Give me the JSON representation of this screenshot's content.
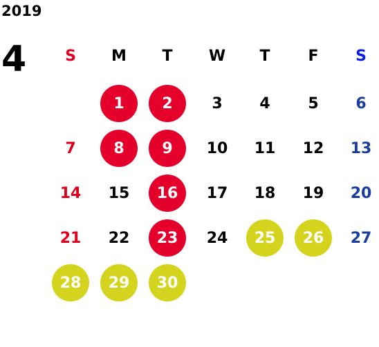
{
  "year": "2019",
  "month": "4",
  "weekdays": [
    "S",
    "M",
    "T",
    "W",
    "T",
    "F",
    "S"
  ],
  "colors": {
    "sunday": "#e0001e",
    "saturday": "#1a3ea0",
    "weekday": "#000000",
    "red_circle": "#e4002b",
    "yellow_circle": "#d4d41e",
    "circle_text": "#ffffff",
    "sat_header": "#0a1ee0"
  },
  "weeks": [
    [
      null,
      {
        "d": "1",
        "mark": "red"
      },
      {
        "d": "2",
        "mark": "red"
      },
      {
        "d": "3"
      },
      {
        "d": "4"
      },
      {
        "d": "5"
      },
      {
        "d": "6"
      }
    ],
    [
      {
        "d": "7"
      },
      {
        "d": "8",
        "mark": "red"
      },
      {
        "d": "9",
        "mark": "red"
      },
      {
        "d": "10"
      },
      {
        "d": "11"
      },
      {
        "d": "12"
      },
      {
        "d": "13"
      }
    ],
    [
      {
        "d": "14"
      },
      {
        "d": "15"
      },
      {
        "d": "16",
        "mark": "red"
      },
      {
        "d": "17"
      },
      {
        "d": "18"
      },
      {
        "d": "19"
      },
      {
        "d": "20"
      }
    ],
    [
      {
        "d": "21"
      },
      {
        "d": "22"
      },
      {
        "d": "23",
        "mark": "red"
      },
      {
        "d": "24"
      },
      {
        "d": "25",
        "mark": "yellow"
      },
      {
        "d": "26",
        "mark": "yellow"
      },
      {
        "d": "27"
      }
    ],
    [
      {
        "d": "28",
        "mark": "yellow"
      },
      {
        "d": "29",
        "mark": "yellow"
      },
      {
        "d": "30",
        "mark": "yellow"
      },
      null,
      null,
      null,
      null
    ]
  ]
}
